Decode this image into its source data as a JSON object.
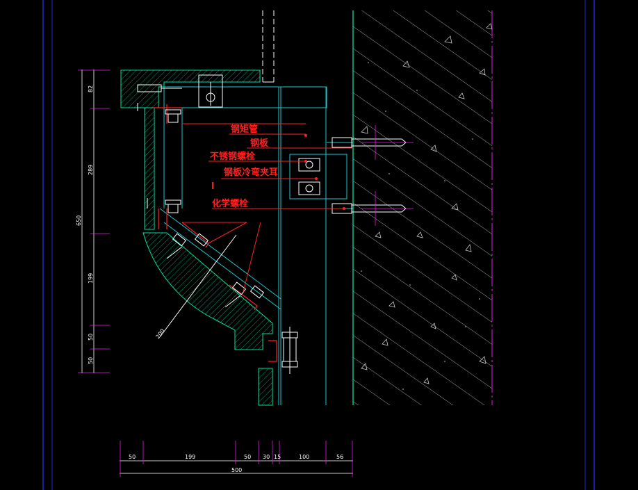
{
  "colors": {
    "background": "#000000",
    "frame": "#1e2bd6",
    "profile": "#00e0a0",
    "cyan": "#19c7d0",
    "red": "#ff2020",
    "white": "#ffffff",
    "magenta": "#e020e0",
    "hatch": "#c8c8c8"
  },
  "labels": {
    "steel_tube": "钢矩管",
    "steel_plate": "钢板",
    "stainless_bolt": "不锈钢螺栓",
    "steel_clip": "钢板冷弯夹耳",
    "chemical_anchor": "化学螺栓",
    "small_mark": "l"
  },
  "dimensions": {
    "vertical": [
      "82",
      "289",
      "199",
      "50",
      "50"
    ],
    "vertical_total": "650",
    "horizontal": [
      "50",
      "199",
      "50",
      "30",
      "15",
      "100",
      "56"
    ],
    "horizontal_total": "500",
    "radius": "200"
  }
}
